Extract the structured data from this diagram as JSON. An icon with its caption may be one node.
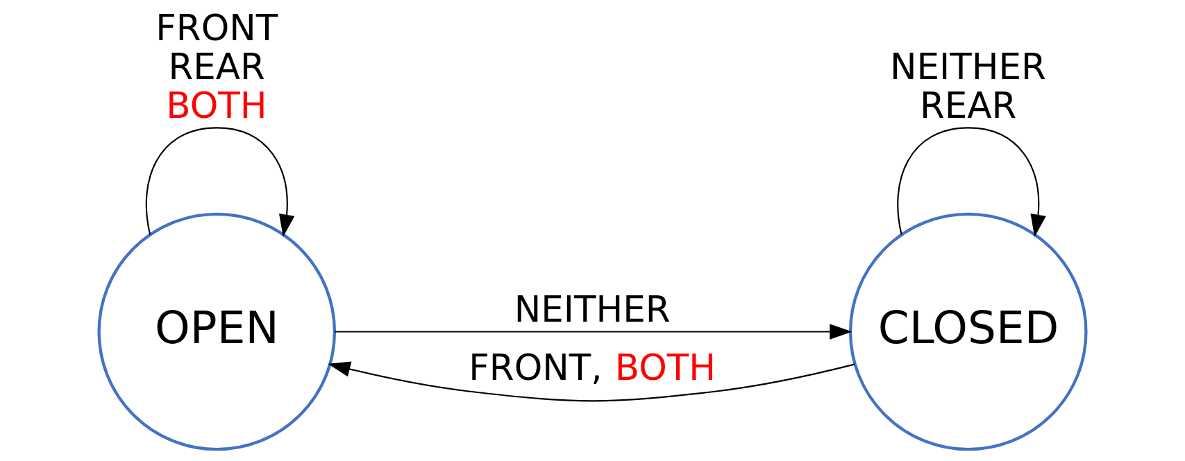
{
  "diagram": {
    "nodes": [
      {
        "text": [
          "OPEN"
        ]
      },
      {
        "text": [
          "CLOSED"
        ]
      }
    ],
    "edges": [
      {
        "from": 0,
        "to": 0,
        "arrow": "to",
        "label": "FRONT REAR BOTH"
      },
      {
        "from": 0,
        "to": 1,
        "arrow": "to",
        "label": "NEITHER"
      },
      {
        "from": 1,
        "to": 1,
        "arrow": "to",
        "label": "NEITHER REAR"
      },
      {
        "from": 1,
        "to": 0,
        "arrow": "to",
        "label": "FRONT, BOTH"
      }
    ]
  }
}
